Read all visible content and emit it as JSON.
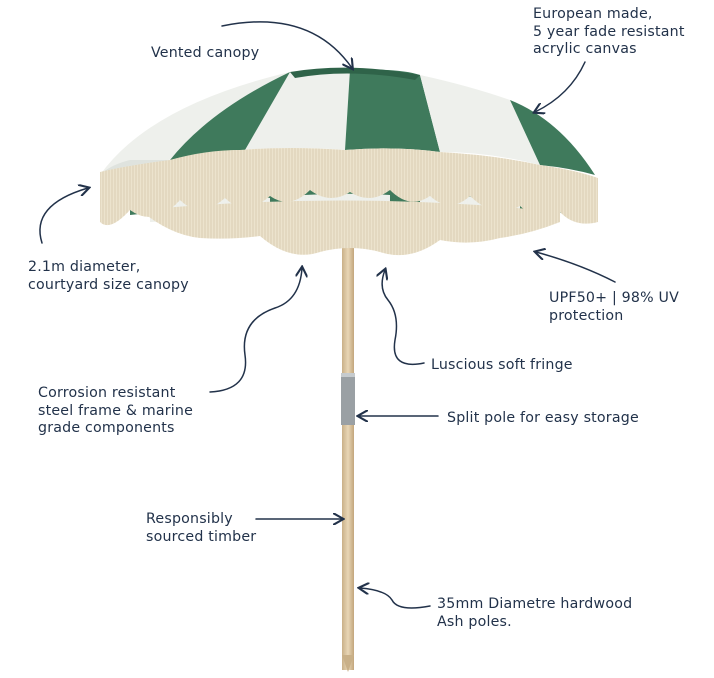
{
  "colors": {
    "canopy_green": "#3f7a5c",
    "canopy_white": "#eef0ec",
    "fringe": "#e6dcc4",
    "pole": "#dcc7a3",
    "text": "#22324a"
  },
  "callouts": {
    "vented_canopy": "Vented canopy",
    "european_made": "European made,\n5 year fade resistant\nacrylic canvas",
    "diameter": "2.1m diameter,\ncourtyard size canopy",
    "upf": "UPF50+ | 98% UV\nprotection",
    "fringe": "Luscious soft fringe",
    "frame": "Corrosion resistant\nsteel frame & marine\ngrade components",
    "split_pole": "Split pole for easy storage",
    "timber": "Responsibly\nsourced timber",
    "hardwood": "35mm Diametre hardwood\nAsh poles."
  }
}
